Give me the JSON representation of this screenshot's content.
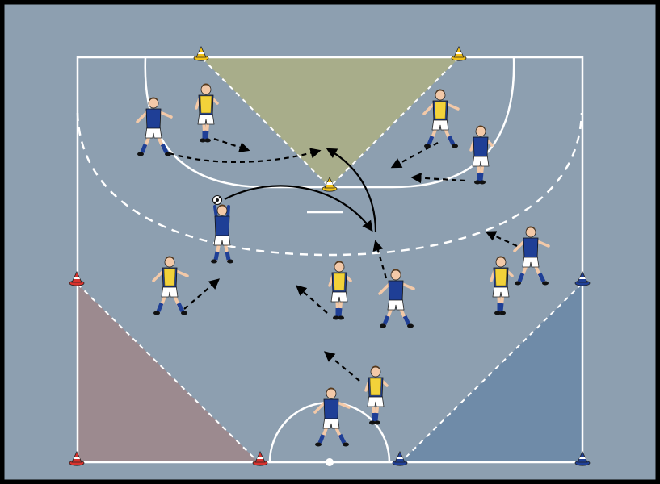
{
  "diagram": {
    "kind": "handball drill tactical board",
    "colors": {
      "court": "#8d9fb0",
      "lines": "#ffffff",
      "zone_top": "#a8ad8a",
      "zone_left": "#9c8a8f",
      "zone_right": "#6f8ba8",
      "team_blue_shirt": "#1f3f96",
      "team_yellow_bib": "#f2d23a",
      "shorts": "#ffffff",
      "skin": "#f3c9a8",
      "arrow": "#000000"
    },
    "cones": [
      {
        "id": "cone-top-left",
        "color": "yellow"
      },
      {
        "id": "cone-top-right",
        "color": "yellow"
      },
      {
        "id": "cone-top-center",
        "color": "yellow"
      },
      {
        "id": "cone-left-upper",
        "color": "red"
      },
      {
        "id": "cone-left-bottom",
        "color": "red"
      },
      {
        "id": "cone-bottom-red",
        "color": "red"
      },
      {
        "id": "cone-right-upper",
        "color": "blue"
      },
      {
        "id": "cone-right-bottom",
        "color": "blue"
      },
      {
        "id": "cone-bottom-blue",
        "color": "blue"
      }
    ],
    "players": [
      {
        "id": "p1",
        "team": "blue"
      },
      {
        "id": "p2",
        "team": "yellow"
      },
      {
        "id": "p3",
        "team": "yellow"
      },
      {
        "id": "p4",
        "team": "blue"
      },
      {
        "id": "p5",
        "team": "blue",
        "has_ball": true
      },
      {
        "id": "p6",
        "team": "yellow"
      },
      {
        "id": "p7",
        "team": "yellow"
      },
      {
        "id": "p8",
        "team": "blue"
      },
      {
        "id": "p9",
        "team": "yellow"
      },
      {
        "id": "p10",
        "team": "blue"
      },
      {
        "id": "p11",
        "team": "yellow"
      },
      {
        "id": "p12",
        "team": "blue"
      }
    ]
  }
}
